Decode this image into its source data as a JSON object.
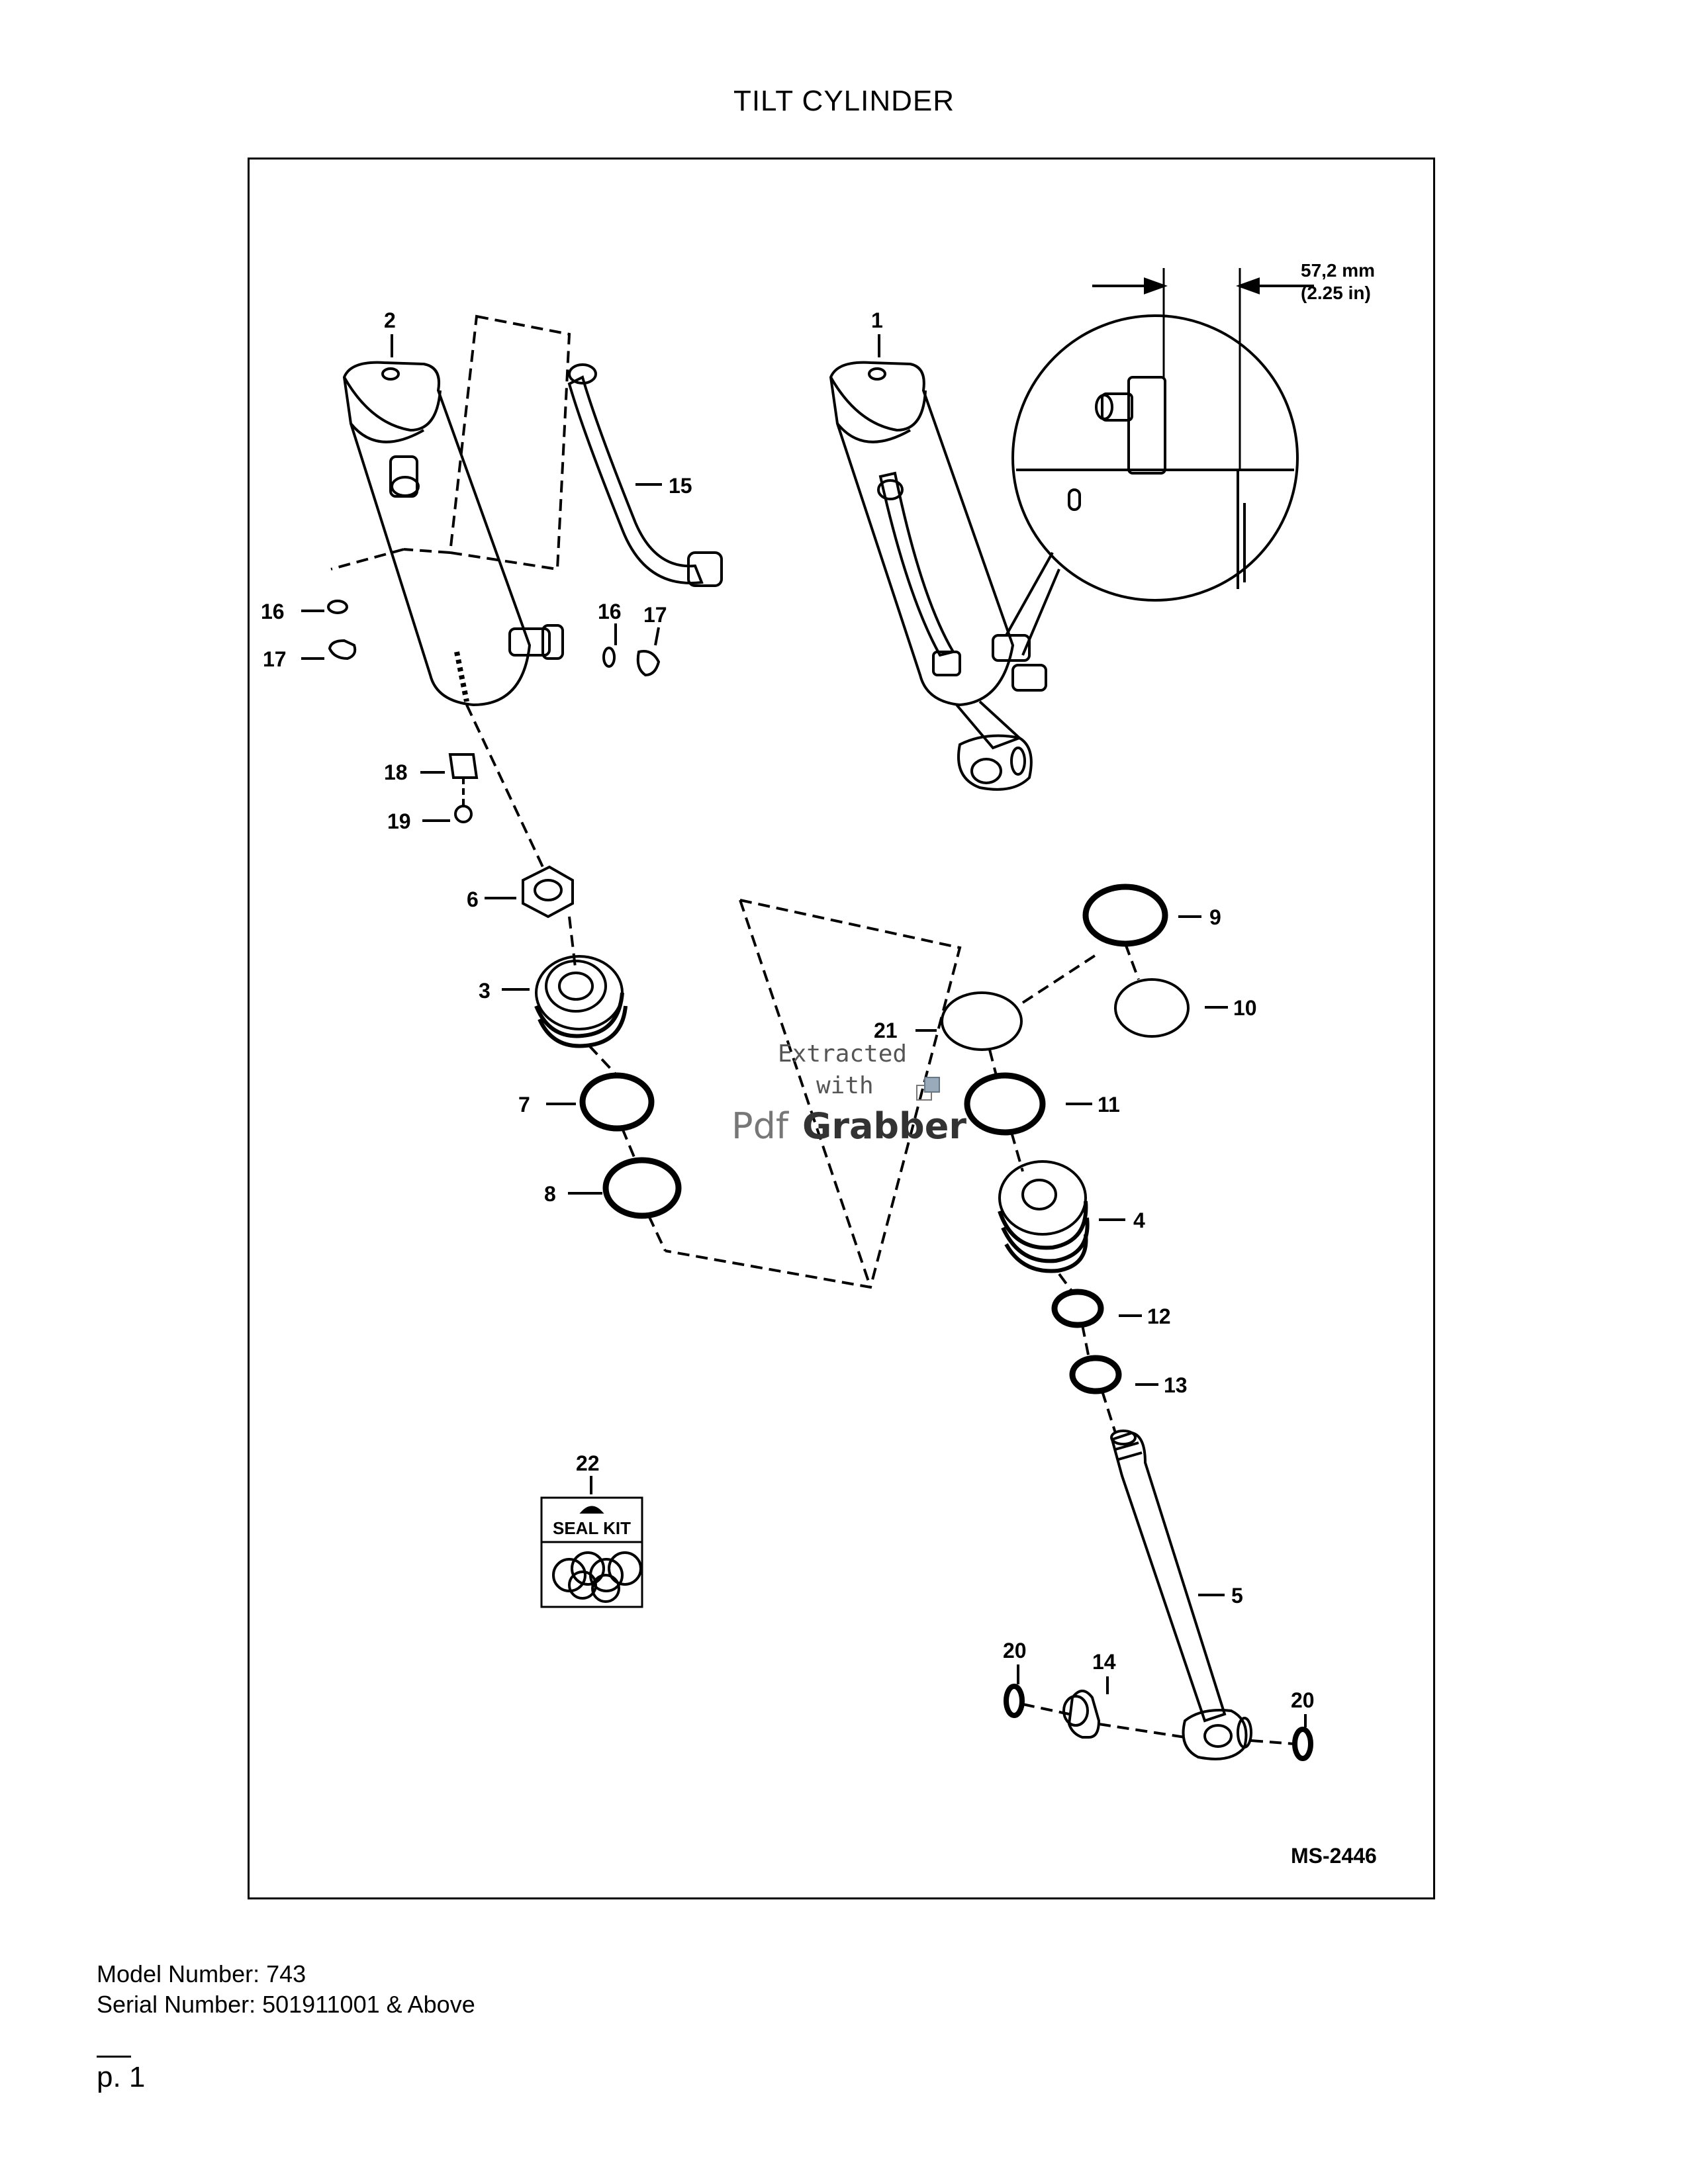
{
  "page": {
    "title": "TILT CYLINDER",
    "model_number": "Model Number: 743",
    "serial_number": "Serial Number: 501911001 & Above",
    "page_number": "p. 1"
  },
  "diagram": {
    "figure_id": "MS-2446",
    "dimension_mm": "57,2 mm",
    "dimension_in": "(2.25 in)",
    "seal_kit_label": "SEAL KIT",
    "callouts": {
      "c1": "1",
      "c2": "2",
      "c3": "3",
      "c4": "4",
      "c5": "5",
      "c6": "6",
      "c7": "7",
      "c8": "8",
      "c9": "9",
      "c10": "10",
      "c11": "11",
      "c12": "12",
      "c13": "13",
      "c14": "14",
      "c15": "15",
      "c16a": "16",
      "c16b": "16",
      "c17a": "17",
      "c17b": "17",
      "c18": "18",
      "c19": "19",
      "c20a": "20",
      "c20b": "20",
      "c21": "21",
      "c22": "22"
    }
  },
  "watermark": {
    "line1": "Extracted",
    "line2": "with",
    "brand_a": "Pdf",
    "brand_b": "Grabber"
  }
}
